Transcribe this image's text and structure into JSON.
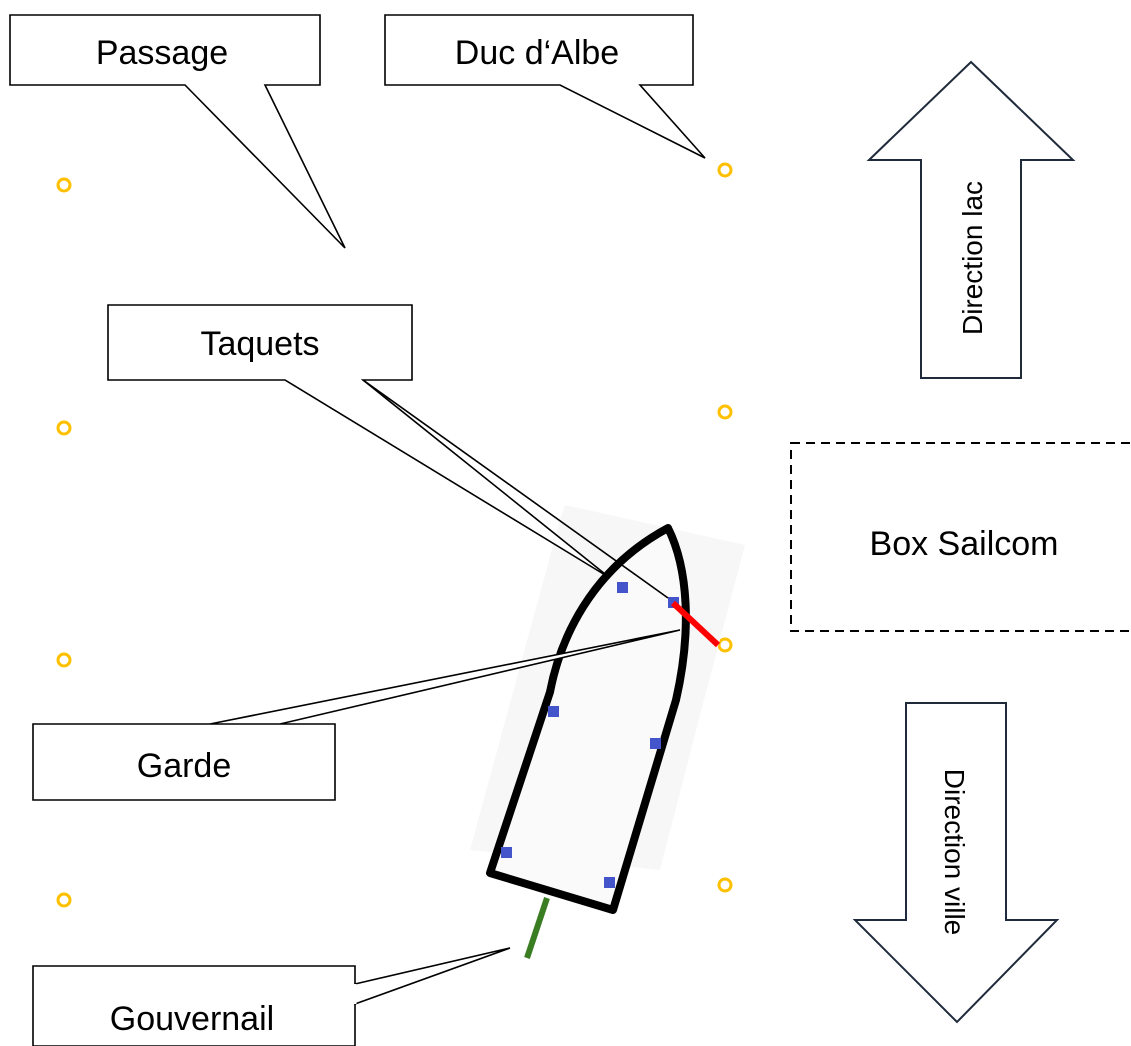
{
  "labels": {
    "passage": "Passage",
    "duc_albe": "Duc d‘Albe",
    "taquets": "Taquets",
    "garde": "Garde",
    "gouvernail": "Gouvernail",
    "box": "Box Sailcom",
    "direction_lac": "Direction lac",
    "direction_ville": "Direction ville"
  },
  "colors": {
    "post": "#FFC000",
    "cleat": "#4455CC",
    "garde_line": "#FF0000",
    "rudder": "#3A7D22",
    "arrow_stroke": "#1F2A3A"
  }
}
